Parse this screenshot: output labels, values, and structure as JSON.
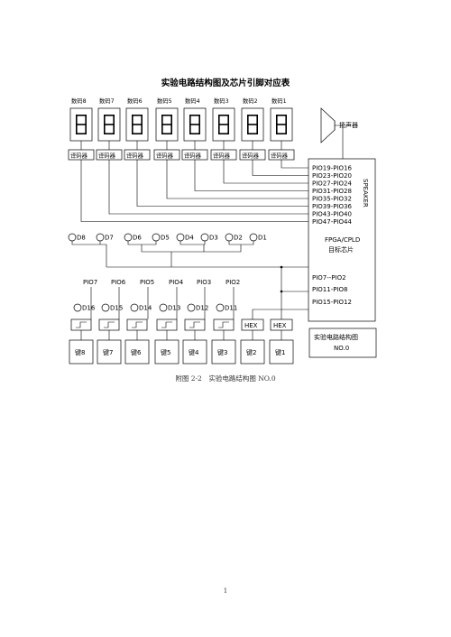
{
  "title": "实验电路结构图及芯片引脚对应表",
  "displays": [
    "数码8",
    "数码7",
    "数码6",
    "数码5",
    "数码4",
    "数码3",
    "数码2",
    "数码1"
  ],
  "decoders": [
    "译码器",
    "译码器",
    "译码器",
    "译码器",
    "译码器",
    "译码器",
    "译码器",
    "译码器"
  ],
  "speaker": "扬声器",
  "speaker_pin": "SPEAKER",
  "pin_groups": [
    "PIO19-PIO16",
    "PIO23-PIO20",
    "PIO27-PIO24",
    "PIO31-PIO28",
    "PIO35-PIO32",
    "PIO39-PIO36",
    "PIO43-PIO40",
    "PIO47-PIO44"
  ],
  "chip_title": "FPGA/CPLD",
  "chip_subtitle": "目标芯片",
  "lower_pins": [
    "PIO7--PIO2",
    "PIO11-PIO8",
    "PIO15-PIO12"
  ],
  "upper_leds": [
    "D8",
    "D7",
    "D6",
    "D5",
    "D4",
    "D3",
    "D2",
    "D1"
  ],
  "pio_labels": [
    "PIO7",
    "PIO6",
    "PIO5",
    "PIO4",
    "PIO3",
    "PIO2"
  ],
  "lower_leds": [
    "D16",
    "D15",
    "D14",
    "D13",
    "D12",
    "D11"
  ],
  "hex_labels": [
    "HEX",
    "HEX"
  ],
  "keys": [
    "键8",
    "键7",
    "键6",
    "键5",
    "键4",
    "键3",
    "键2",
    "键1"
  ],
  "circuit_name": [
    "实验电路结构图",
    "NO.0"
  ],
  "caption": "附图 2-2　实验电路结构图 NO.0",
  "page_number": "1"
}
